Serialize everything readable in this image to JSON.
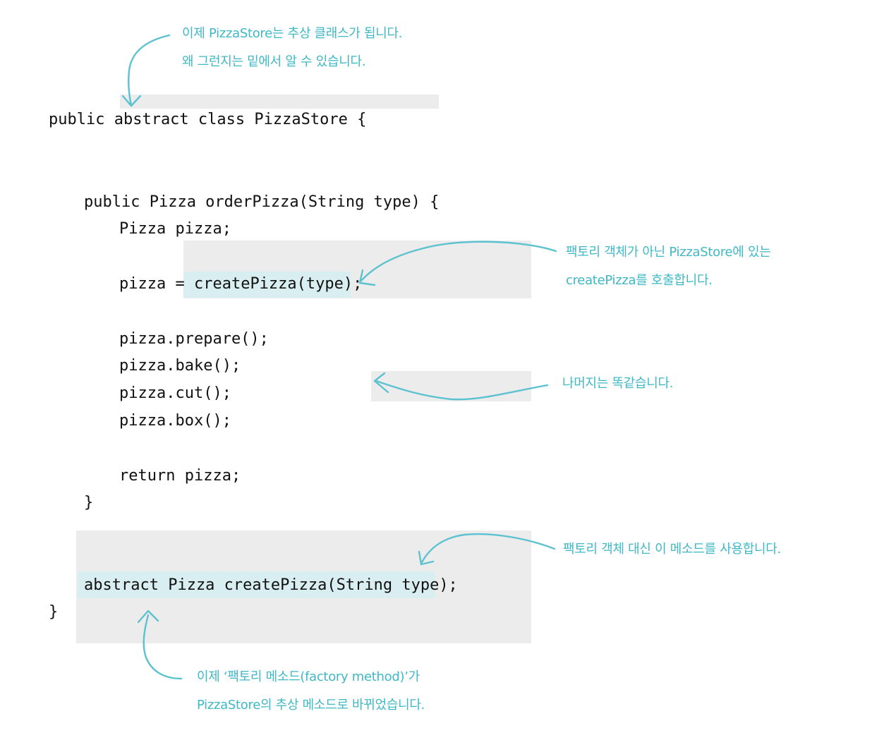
{
  "code": {
    "class_decl": "public abstract class PizzaStore {",
    "method_decl": "public Pizza orderPizza(String type) {",
    "declare_pizza": "Pizza pizza;",
    "assign_prefix": "pizza = ",
    "create_call": "createPizza(type);",
    "prepare": "pizza.prepare();",
    "bake": "pizza.bake();",
    "cut": "pizza.cut();",
    "box": "pizza.box();",
    "return_stmt": "return pizza;",
    "method_close": "}",
    "abstract_decl": "abstract Pizza createPizza(String type);",
    "class_close": "}"
  },
  "annotations": {
    "abstract_class_line1": "이제 PizzaStore는 추상 클래스가 됩니다.",
    "abstract_class_line2": "왜 그런지는 밑에서 알 수 있습니다.",
    "create_call_line1": "팩토리 객체가 아닌 PizzaStore에 있는",
    "create_call_line2": "createPizza를 호출합니다.",
    "rest_same": "나머지는 똑같습니다.",
    "use_method": "팩토리 객체 대신 이 메소드를 사용합니다.",
    "factory_method_line1": "이제 ‘팩토리 메소드(factory method)’가",
    "factory_method_line2": "PizzaStore의 추상 메소드로 바뀌었습니다."
  },
  "colors": {
    "annotation": "#3fb8c6",
    "code": "#111111",
    "gray_box": "#ececec",
    "highlight": "#d9eef1"
  }
}
